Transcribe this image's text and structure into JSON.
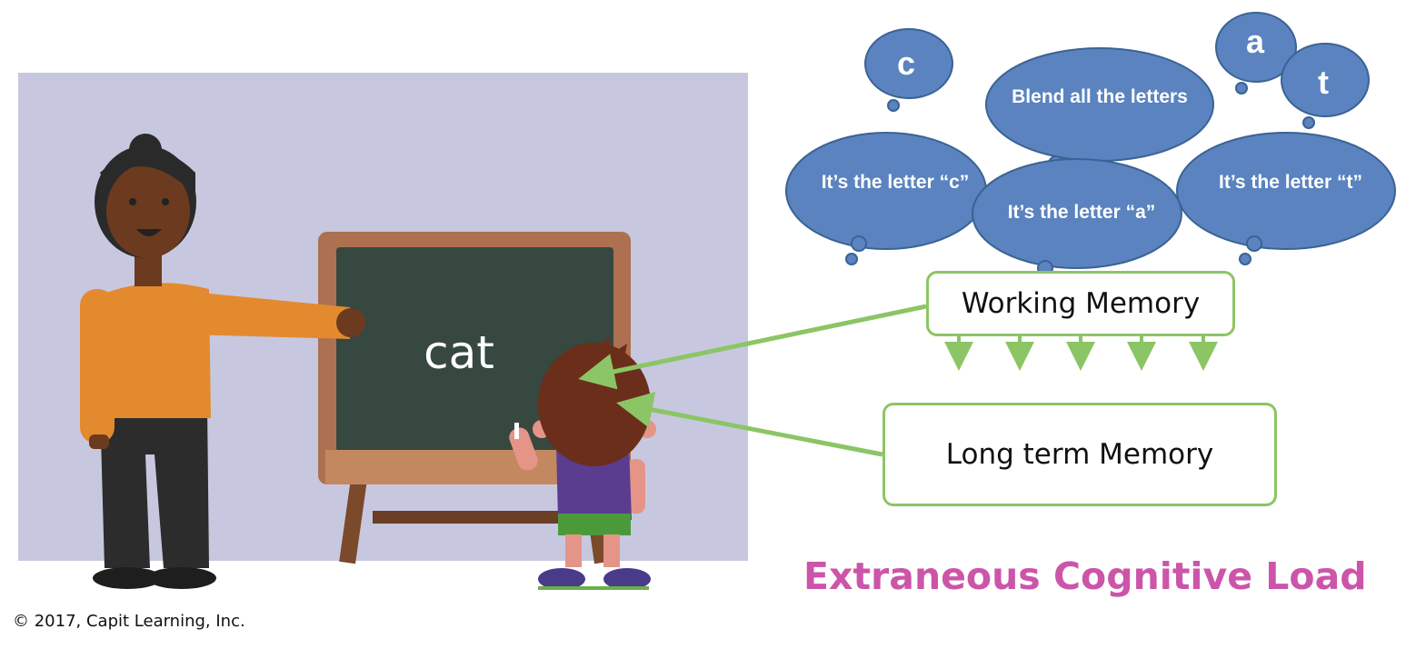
{
  "chalkboard": {
    "word": "cat"
  },
  "thoughts": {
    "c_letter": "c",
    "a_letter": "a",
    "t_letter": "t",
    "blend": "Blend all the letters",
    "letter_c": "It’s the letter “c”",
    "letter_a": "It’s the letter “a”",
    "letter_t": "It’s the letter “t”"
  },
  "memory": {
    "working": "Working Memory",
    "long_term": "Long term Memory"
  },
  "title": "Extraneous Cognitive Load",
  "copyright": "© 2017, Capit Learning, Inc.",
  "colors": {
    "cloud_fill": "#5a83bf",
    "cloud_stroke": "#3a6395",
    "arrow_green": "#8cc565",
    "title_pink": "#cc55aa",
    "background_lavender": "#c7c8e0"
  }
}
